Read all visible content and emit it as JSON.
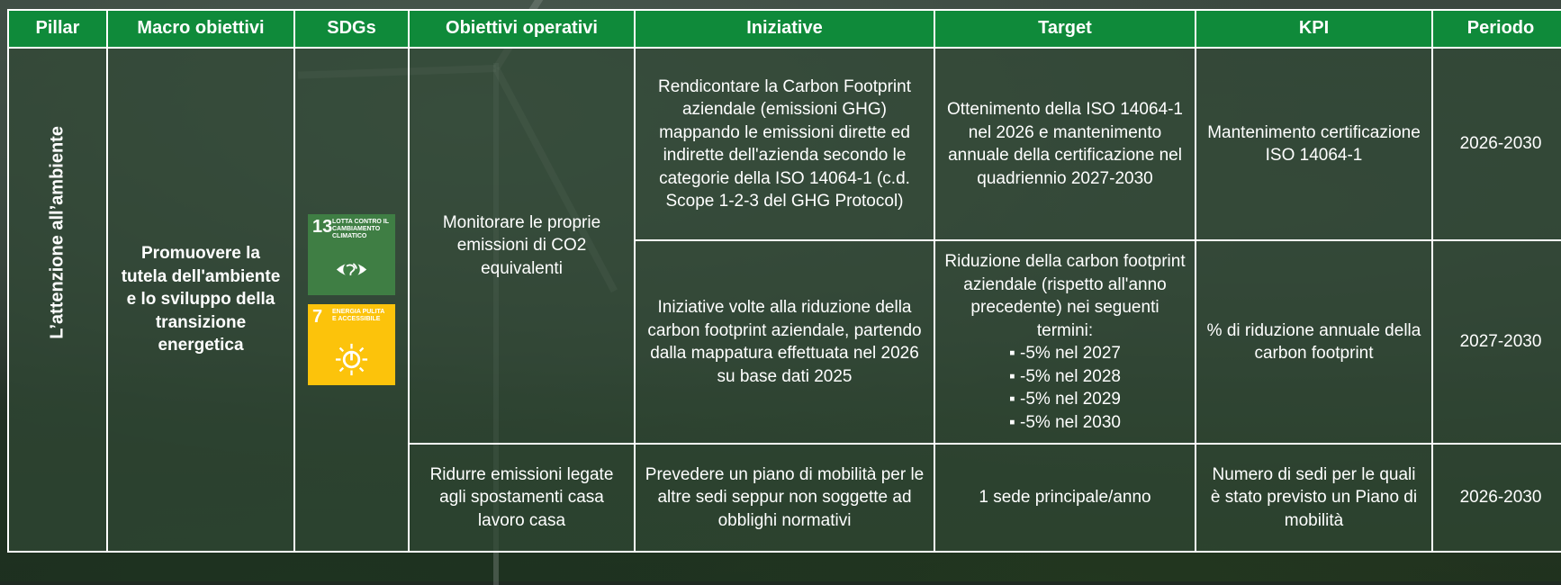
{
  "table": {
    "headers": {
      "pillar": "Pillar",
      "macro": "Macro obiettivi",
      "sdgs": "SDGs",
      "operativi": "Obiettivi operativi",
      "iniziative": "Iniziative",
      "target": "Target",
      "kpi": "KPI",
      "periodo": "Periodo"
    },
    "pillar": "L’attenzione all’ambiente",
    "macro": "Promuovere la tutela dell'ambiente e lo sviluppo della transizione energetica",
    "sdgs": [
      {
        "number": "13",
        "title": "LOTTA CONTRO IL CAMBIAMENTO CLIMATICO",
        "color": "#3f7e44",
        "icon": "eye-globe-icon"
      },
      {
        "number": "7",
        "title": "ENERGIA PULITA E ACCESSIBILE",
        "color": "#fcc30b",
        "icon": "sun-power-icon"
      }
    ],
    "op1": "Monitorare le proprie emissioni di CO2 equivalenti",
    "op2": "Ridurre emissioni legate agli spostamenti casa lavoro casa",
    "rows": [
      {
        "iniziativa": "Rendicontare la Carbon Footprint aziendale (emissioni GHG) mappando le emissioni dirette ed indirette dell'azienda secondo le categorie della ISO 14064-1 (c.d. Scope 1-2-3 del GHG Protocol)",
        "target": "Ottenimento della ISO 14064-1 nel 2026 e mantenimento annuale della certificazione nel quadriennio 2027-2030",
        "kpi": "Mantenimento certificazione ISO 14064-1",
        "periodo": "2026-2030"
      },
      {
        "iniziativa": "Iniziative volte alla riduzione della carbon footprint aziendale, partendo dalla mappatura effettuata nel 2026 su base dati 2025",
        "target_intro": "Riduzione della carbon footprint aziendale (rispetto all'anno precedente) nei seguenti termini:",
        "target_items": [
          "▪ -5% nel 2027",
          "▪ -5% nel 2028",
          "▪ -5% nel 2029",
          "▪ -5% nel 2030"
        ],
        "kpi": "% di riduzione annuale della carbon footprint",
        "periodo": "2027-2030"
      },
      {
        "iniziativa": "Prevedere un piano di mobilità per le altre sedi seppur non soggette ad obblighi normativi",
        "target": "1 sede principale/anno",
        "kpi": "Numero di sedi per le quali è stato previsto un Piano di mobilità",
        "periodo": "2026-2030"
      }
    ]
  }
}
